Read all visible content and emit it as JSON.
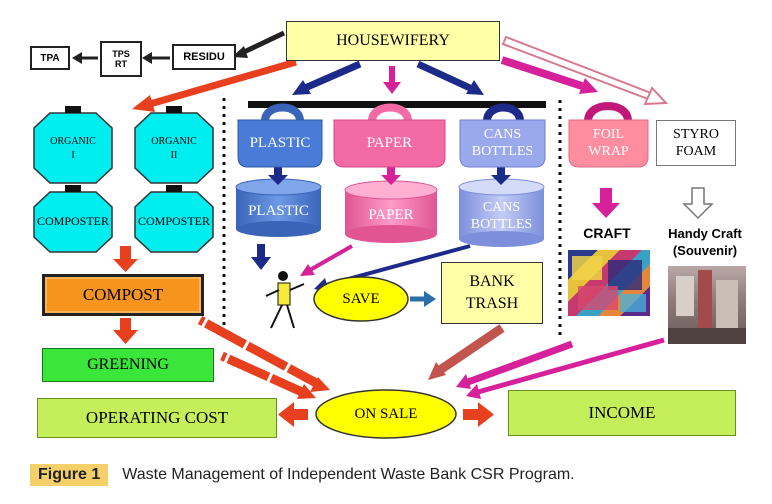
{
  "nodes": {
    "housewifery": "HOUSEWIFERY",
    "residu": "RESIDU",
    "tps_line1": "TPS",
    "tps_line2": "RT",
    "tpa": "TPA",
    "organic1_line1": "ORGANIC",
    "organic1_line2": "I",
    "organic2_line1": "ORGANIC",
    "organic2_line2": "II",
    "composter1": "COMPOSTER",
    "composter2": "COMPOSTER",
    "compost": "COMPOST",
    "greening": "GREENING",
    "operating_cost": "OPERATING COST",
    "bag_plastic": "PLASTIC",
    "bag_paper": "PAPER",
    "bag_cans_line1": "CANS",
    "bag_cans_line2": "BOTTLES",
    "bag_foil_line1": "FOIL",
    "bag_foil_line2": "WRAP",
    "styro_line1": "STYRO",
    "styro_line2": "FOAM",
    "cyl_plastic": "PLASTIC",
    "cyl_paper": "PAPER",
    "cyl_cans_line1": "CANS",
    "cyl_cans_line2": "BOTTLES",
    "craft": "CRAFT",
    "handy_craft_line1": "Handy Craft",
    "handy_craft_line2": "(Souvenir)",
    "save": "SAVE",
    "bank_trash_line1": "BANK",
    "bank_trash_line2": "TRASH",
    "on_sale": "ON SALE",
    "income": "INCOME"
  },
  "caption": {
    "label": "Figure 1",
    "text": "Waste Management of Independent Waste Bank CSR Program."
  },
  "colors": {
    "housewifery_fill": "#ffffa8",
    "octagon_fill": "#00eef0",
    "compost_fill": "#f7941d",
    "greening_fill": "#39e639",
    "lime_fill": "#c5ef5a",
    "plastic_fill": "#4a7bd6",
    "paper_fill": "#f46aa5",
    "cans_fill": "#9aa9ec",
    "foil_fill": "#ff8da0",
    "save_fill": "#ffff00",
    "bank_trash_fill": "#ffffa8",
    "arrow_red": "#e8401e",
    "arrow_navy": "#1c2a8a",
    "arrow_magenta": "#d6219a",
    "caption_badge": "#f4cf6a"
  }
}
